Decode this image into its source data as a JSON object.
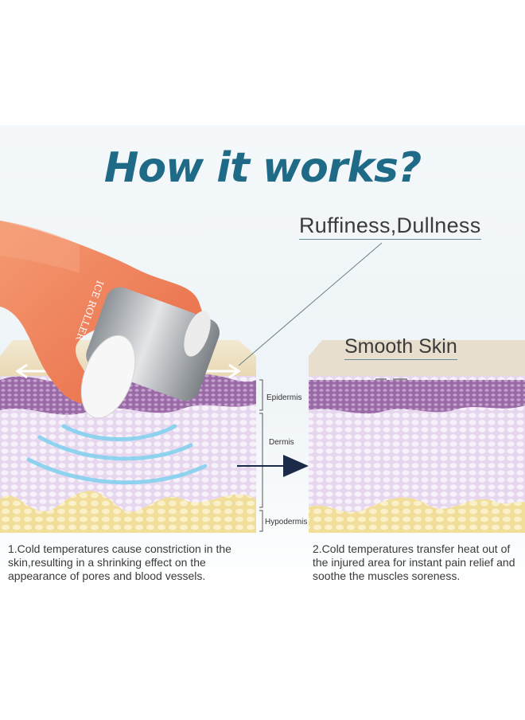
{
  "headline": "How it works?",
  "labels": {
    "ruffiness": "Ruffiness,Dullness",
    "smooth": "Smooth Skin"
  },
  "layers": {
    "epidermis": "Epidermis",
    "dermis": "Dermis",
    "hypodermis": "Hypodermis"
  },
  "product": {
    "brand": "ICE ROLLER",
    "handle_color": "#f07a52",
    "roller_color": "#b9bcc0"
  },
  "captions": {
    "left": "1.Cold temperatures cause constriction in the skin,resulting in a shrinking effect on the appearance of pores and blood vessels.",
    "right": "2.Cold temperatures transfer heat out of the injured area for instant pain relief and soothe the muscles soreness."
  },
  "colors": {
    "headline": "#1f6b87",
    "epidermis": "#9b6fa8",
    "dermis": "#e9dcef",
    "hypodermis": "#f3e3a4",
    "arrow": "#1c2a4a"
  },
  "icons": [
    "right-arrow-icon",
    "cold-wave-icon",
    "double-arrow-icon"
  ]
}
